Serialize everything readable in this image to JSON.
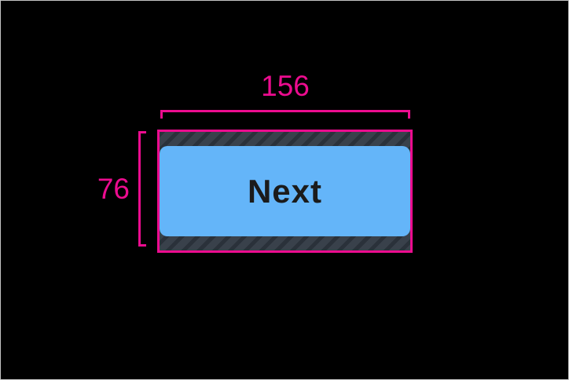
{
  "canvas": {
    "background_color": "#000000",
    "frame_border_color": "#C4C4C4"
  },
  "figure": {
    "button": {
      "label": "Next",
      "fill_color": "#64B5F9",
      "text_color": "#1B1B1B"
    },
    "touch_target": {
      "outline_color": "#EC0C8F",
      "hatch_base_color": "#39414B",
      "hatch_stripe_color": "#2A313A",
      "hatch_direction": "diagonal-forward-slash"
    },
    "dimensions": {
      "width_label": "156",
      "height_label": "76",
      "annotation_color": "#EC0C8F"
    }
  }
}
